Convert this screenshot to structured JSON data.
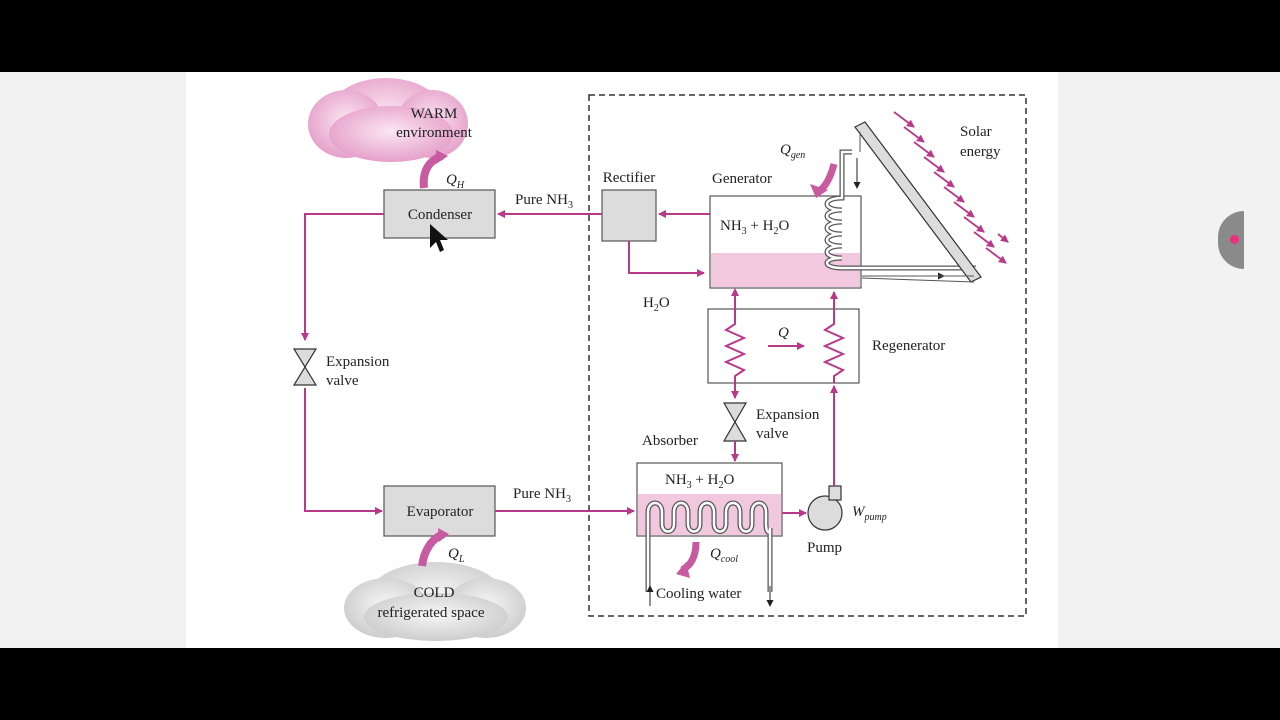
{
  "diagram": {
    "warm": {
      "title": "WARM",
      "subtitle": "environment"
    },
    "cold": {
      "title": "COLD",
      "subtitle": "refrigerated space"
    },
    "q_h": {
      "main": "Q",
      "sub": "H"
    },
    "q_l": {
      "main": "Q",
      "sub": "L"
    },
    "q_gen": {
      "main": "Q",
      "sub": "gen"
    },
    "q_cool": {
      "main": "Q",
      "sub": "cool"
    },
    "q_regen": "Q",
    "w_pump": {
      "main": "W",
      "sub": "pump"
    },
    "condenser": "Condenser",
    "evaporator": "Evaporator",
    "rectifier": "Rectifier",
    "generator": "Generator",
    "regenerator": "Regenerator",
    "absorber": "Absorber",
    "pump": "Pump",
    "solar": {
      "line1": "Solar",
      "line2": "energy"
    },
    "expansion_valve": {
      "line1": "Expansion",
      "line2": "valve"
    },
    "pure_nh3": {
      "text": "Pure NH",
      "sub": "3"
    },
    "h2o": {
      "a": "H",
      "sub": "2",
      "b": "O"
    },
    "mixture": {
      "a": "NH",
      "sub1": "3",
      "b": " + H",
      "sub2": "2",
      "c": "O"
    },
    "cooling_water": "Cooling water"
  },
  "colors": {
    "accent": "#b8388a",
    "liquid": "#f1c8de",
    "box": "#dcdcdc",
    "cloud_warm": "#e7a3cb",
    "cloud_cold": "#d6d6d6"
  }
}
